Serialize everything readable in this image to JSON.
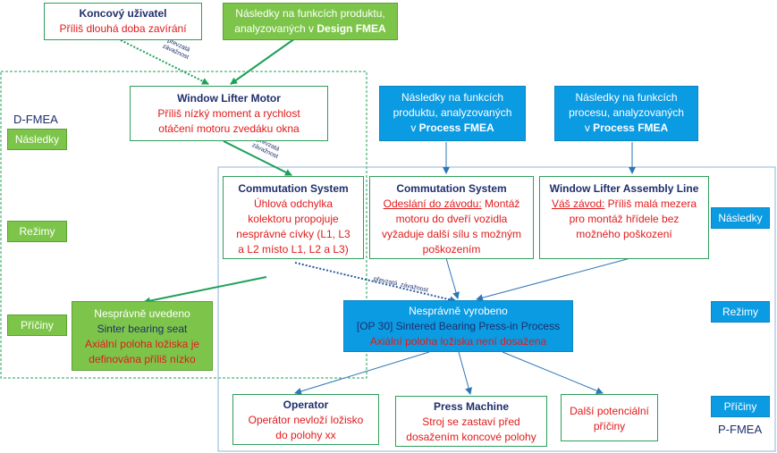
{
  "colors": {
    "green_fill": "#7dc54a",
    "blue_fill": "#0b9be3",
    "green_line": "#2e9e5a",
    "blue_line": "#2e75b6",
    "red_text": "#e01b1b",
    "navy_text": "#1f2f6b"
  },
  "regions": {
    "dfmea": "D-FMEA",
    "pfmea": "P-FMEA"
  },
  "left_labels": {
    "nasledky": "Následky",
    "rezimy": "Režimy",
    "priciny": "Příčiny"
  },
  "right_labels": {
    "nasledky": "Následky",
    "rezimy": "Režimy",
    "priciny": "Příčiny"
  },
  "end_user": {
    "title": "Koncový uživatel",
    "text": "Příliš dlouhá doba zavírání"
  },
  "design_fmea_box": {
    "line1": "Následky na funkcích produktu,",
    "line2_prefix": "analyzovaných v ",
    "line2_bold": "Design FMEA"
  },
  "window_lifter_motor": {
    "title": "Window Lifter Motor",
    "line1": "Příliš nízký moment a rychlost",
    "line2": "otáčení motoru zvedáku okna"
  },
  "process_fmea_product": {
    "line1": "Následky na funkcích",
    "line2": "produktu, analyzovaných",
    "line3_prefix": "v ",
    "line3_bold": "Process FMEA"
  },
  "process_fmea_process": {
    "line1": "Následky na funkcích",
    "line2": "procesu, analyzovaných",
    "line3_prefix": "v ",
    "line3_bold": "Process FMEA"
  },
  "commutation_design": {
    "title": "Commutation System",
    "line1": "Úhlová odchylka",
    "line2": "kolektoru propojuje",
    "line3": "nesprávné cívky (L1, L3",
    "line4": "a L2 místo L1, L2 a L3)"
  },
  "commutation_process": {
    "title": "Commutation System",
    "line1_underlined": "Odeslání do závodu:",
    "line1_rest": " Montáž",
    "line2": "motoru do dveří vozidla",
    "line3": "vyžaduje další sílu s možným",
    "line4": "poškozením"
  },
  "assembly_line": {
    "title": "Window Lifter Assembly Line",
    "line1_underlined": "Váš závod:",
    "line1_rest": " Příliš malá mezera",
    "line2": "pro montáž hřídele bez",
    "line3": "možného poškození"
  },
  "wrong_placed": {
    "line1": "Nesprávně uvedeno",
    "line2": "Sinter bearing seat",
    "line3": "Axiální poloha ložiska je",
    "line4": "definována příliš nízko"
  },
  "wrong_produced": {
    "line1": "Nesprávně vyrobeno",
    "line2": "[OP 30]  Sintered Bearing Press-in Process",
    "line3": "Axiální poloha ložiska není dosažena"
  },
  "operator": {
    "title": "Operator",
    "line1": "Operátor nevloží ložisko",
    "line2": "do polohy xx"
  },
  "press_machine": {
    "title": "Press Machine",
    "line1": "Stroj se zastaví před",
    "line2": "dosažením koncové polohy"
  },
  "other_causes": {
    "line1": "Další potenciální",
    "line2": "příčiny"
  },
  "severity_tag": {
    "line1": "převzatá",
    "line2": "závažnost",
    "inline": "převzatá  závažnost"
  }
}
